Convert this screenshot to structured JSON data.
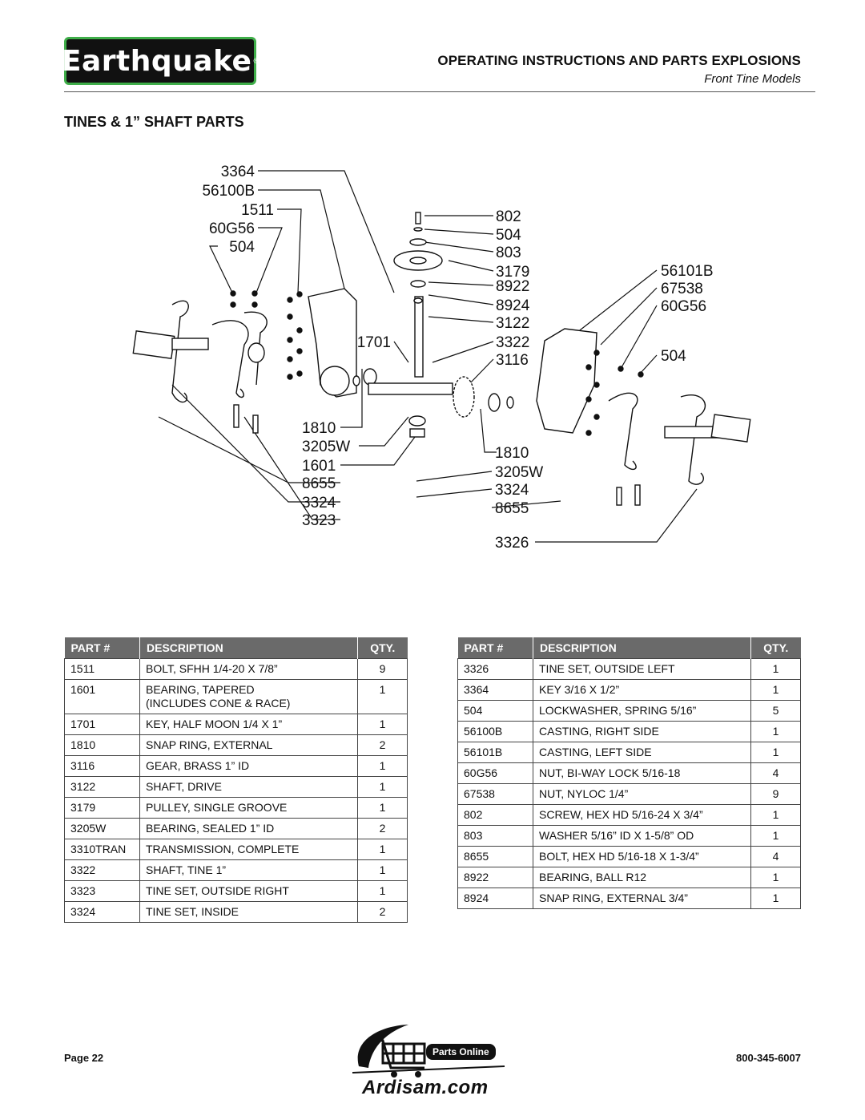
{
  "header": {
    "logo_text": "Earthquake",
    "title": "OPERATING INSTRUCTIONS AND PARTS EXPLOSIONS",
    "subtitle": "Front Tine Models"
  },
  "section_title": "TINES & 1” SHAFT PARTS",
  "diagram_labels": {
    "l_3364": "3364",
    "l_56100B": "56100B",
    "l_1511": "1511",
    "l_60G56a": "60G56",
    "l_504a": "504",
    "l_802": "802",
    "l_504b": "504",
    "l_803": "803",
    "l_3179": "3179",
    "l_8922": "8922",
    "l_8924": "8924",
    "l_3122": "3122",
    "l_3322": "3322",
    "l_3116": "3116",
    "l_1701": "1701",
    "l_56101B": "56101B",
    "l_67538": "67538",
    "l_60G56b": "60G56",
    "l_504c": "504",
    "l_1810a": "1810",
    "l_3205Wa": "3205W",
    "l_1601": "1601",
    "l_8655a": "8655",
    "l_3324a": "3324",
    "l_3323": "3323",
    "l_1810b": "1810",
    "l_3205Wb": "3205W",
    "l_3324b": "3324",
    "l_8655b": "8655",
    "l_3326": "3326"
  },
  "table_headers": {
    "part": "PART #",
    "description": "DESCRIPTION",
    "qty": "QTY."
  },
  "left_table": [
    {
      "part": "1511",
      "desc": "BOLT, SFHH 1/4-20 X 7/8”",
      "qty": "9"
    },
    {
      "part": "1601",
      "desc": "BEARING, TAPERED",
      "desc2": "(INCLUDES CONE & RACE)",
      "qty": "1"
    },
    {
      "part": "1701",
      "desc": "KEY, HALF MOON 1/4 X 1”",
      "qty": "1"
    },
    {
      "part": "1810",
      "desc": "SNAP RING, EXTERNAL",
      "qty": "2"
    },
    {
      "part": "3116",
      "desc": "GEAR, BRASS 1” ID",
      "qty": "1"
    },
    {
      "part": "3122",
      "desc": "SHAFT, DRIVE",
      "qty": "1"
    },
    {
      "part": "3179",
      "desc": "PULLEY, SINGLE GROOVE",
      "qty": "1"
    },
    {
      "part": "3205W",
      "desc": "BEARING, SEALED 1” ID",
      "qty": "2"
    },
    {
      "part": "3310TRAN",
      "desc": "TRANSMISSION, COMPLETE",
      "qty": "1"
    },
    {
      "part": "3322",
      "desc": "SHAFT, TINE 1”",
      "qty": "1"
    },
    {
      "part": "3323",
      "desc": "TINE SET, OUTSIDE RIGHT",
      "qty": "1"
    },
    {
      "part": "3324",
      "desc": "TINE SET, INSIDE",
      "qty": "2"
    }
  ],
  "right_table": [
    {
      "part": "3326",
      "desc": "TINE SET, OUTSIDE LEFT",
      "qty": "1"
    },
    {
      "part": "3364",
      "desc": "KEY 3/16 X 1/2”",
      "qty": "1"
    },
    {
      "part": "504",
      "desc": "LOCKWASHER, SPRING 5/16”",
      "qty": "5"
    },
    {
      "part": "56100B",
      "desc": "CASTING, RIGHT SIDE",
      "qty": "1"
    },
    {
      "part": "56101B",
      "desc": "CASTING, LEFT SIDE",
      "qty": "1"
    },
    {
      "part": "60G56",
      "desc": "NUT, BI-WAY LOCK 5/16-18",
      "qty": "4"
    },
    {
      "part": "67538",
      "desc": "NUT, NYLOC 1/4”",
      "qty": "9"
    },
    {
      "part": "802",
      "desc": "SCREW, HEX HD 5/16-24 X 3/4”",
      "qty": "1"
    },
    {
      "part": "803",
      "desc": "WASHER 5/16” ID X 1-5/8” OD",
      "qty": "1"
    },
    {
      "part": "8655",
      "desc": "BOLT, HEX HD 5/16-18 X 1-3/4”",
      "qty": "4"
    },
    {
      "part": "8922",
      "desc": "BEARING, BALL R12",
      "qty": "1"
    },
    {
      "part": "8924",
      "desc": "SNAP RING, EXTERNAL 3/4”",
      "qty": "1"
    }
  ],
  "footer": {
    "page": "Page 22",
    "phone": "800-345-6007",
    "parts_online": "Parts Online",
    "site": "Ardisam.com"
  }
}
